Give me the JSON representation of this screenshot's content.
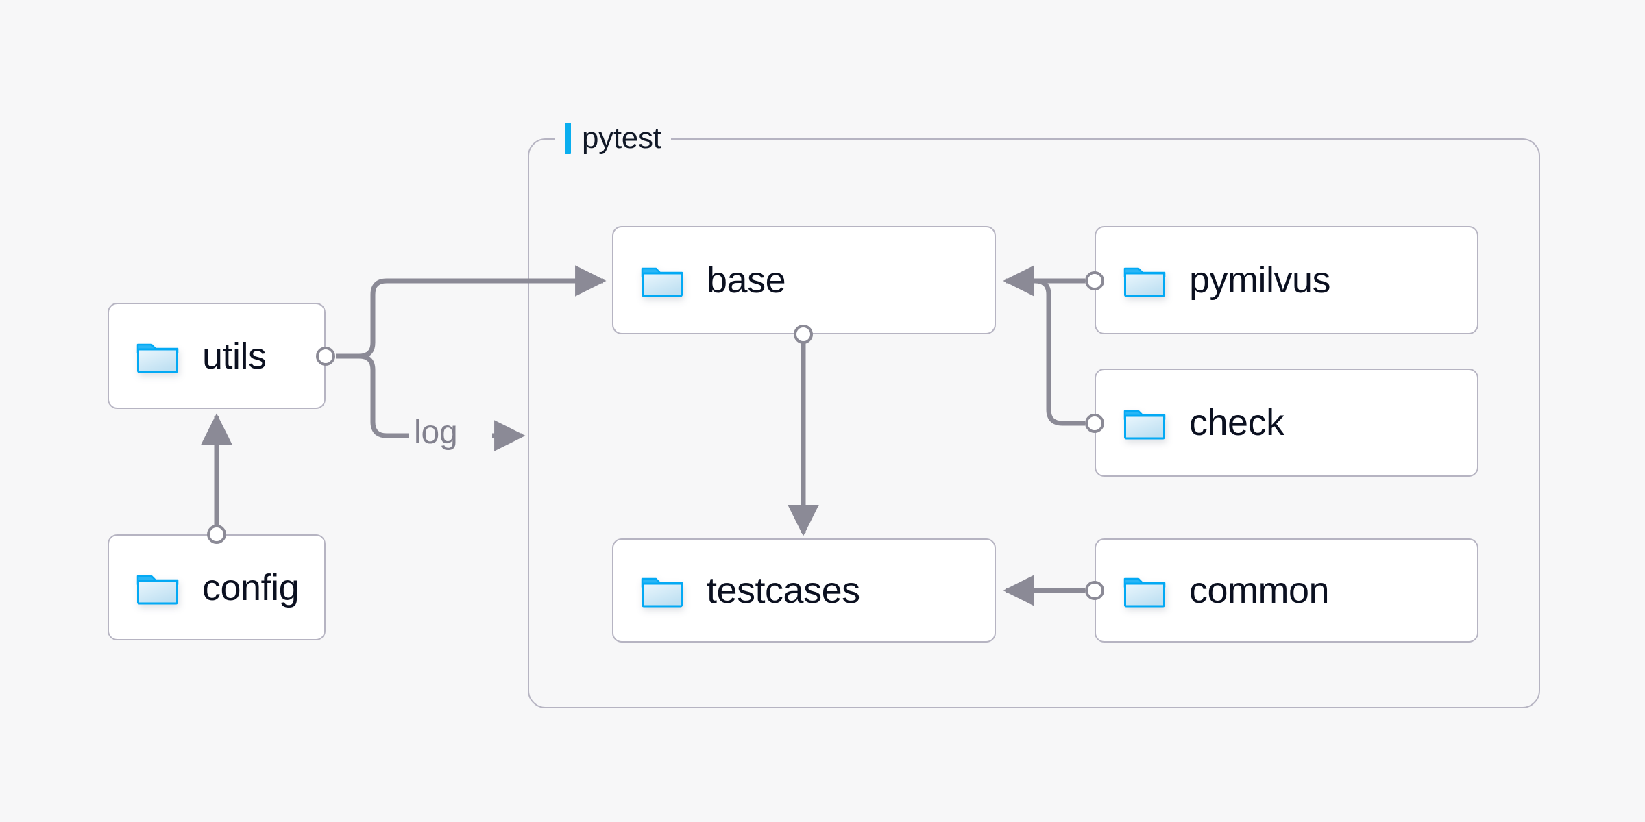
{
  "diagram": {
    "title_group": {
      "label": "pytest",
      "accent_color": "#0aaeef"
    },
    "background_color": "#f7f7f8",
    "node_border_color": "#b6b4c2",
    "node_fill_color": "#ffffff",
    "edge_color": "#8b8a96",
    "label_text_color": "#0b1020",
    "nodes": [
      {
        "id": "utils",
        "label": "utils",
        "icon": "folder-icon"
      },
      {
        "id": "config",
        "label": "config",
        "icon": "folder-icon"
      },
      {
        "id": "base",
        "label": "base",
        "icon": "folder-icon"
      },
      {
        "id": "testcases",
        "label": "testcases",
        "icon": "folder-icon"
      },
      {
        "id": "pymilvus",
        "label": "pymilvus",
        "icon": "folder-icon"
      },
      {
        "id": "check",
        "label": "check",
        "icon": "folder-icon"
      },
      {
        "id": "common",
        "label": "common",
        "icon": "folder-icon"
      }
    ],
    "edges": [
      {
        "from": "config",
        "to": "utils",
        "label": ""
      },
      {
        "from": "utils",
        "to": "base",
        "label": ""
      },
      {
        "from": "utils",
        "to": "pytest",
        "label": "log"
      },
      {
        "from": "base",
        "to": "testcases",
        "label": ""
      },
      {
        "from": "pymilvus",
        "to": "base",
        "label": ""
      },
      {
        "from": "check",
        "to": "base",
        "label": ""
      },
      {
        "from": "common",
        "to": "testcases",
        "label": ""
      }
    ],
    "edge_labels": {
      "log": "log"
    }
  }
}
